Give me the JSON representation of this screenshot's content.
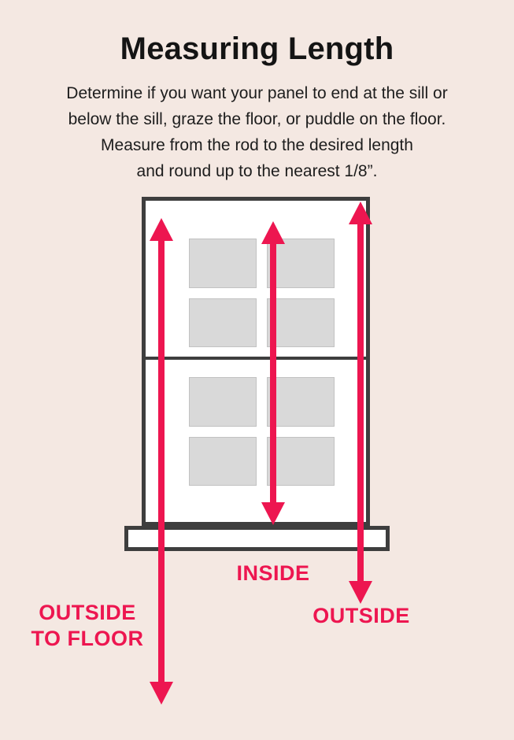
{
  "colors": {
    "background": "#f4e8e2",
    "accent": "#ed1650",
    "frame_outline": "#3e3e3e",
    "pane_fill": "#d9d9d9"
  },
  "header": {
    "title": "Measuring Length",
    "subtitle_lines": [
      "Determine if you want your panel to end at the sill or",
      "below the sill, graze the floor, or puddle on the floor.",
      "Measure from the rod to the desired length",
      "and round up to the nearest 1/8”."
    ]
  },
  "labels": {
    "inside": "INSIDE",
    "outside": "OUTSIDE",
    "outside_to_floor_line1": "OUTSIDE",
    "outside_to_floor_line2": "TO FLOOR"
  }
}
